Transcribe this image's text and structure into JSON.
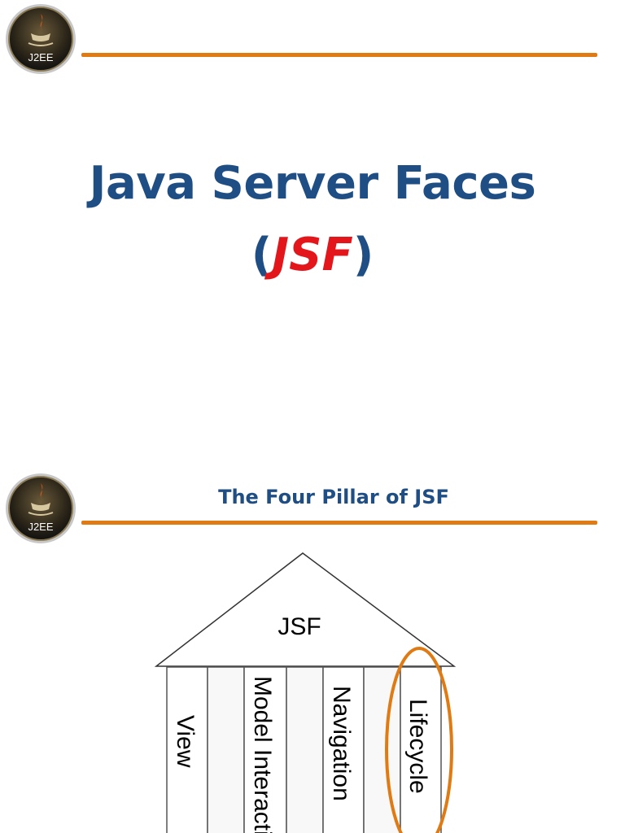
{
  "slide1": {
    "logo_text": "J2EE",
    "title": "Java Server Faces",
    "subtitle_open": "(",
    "subtitle_acronym": "JSF",
    "subtitle_close": ")"
  },
  "slide2": {
    "logo_text": "J2EE",
    "title": "The Four Pillar of JSF",
    "roof_label": "JSF",
    "pillars": [
      "View",
      "Model Interacti",
      "Navigation",
      "Lifecycle"
    ]
  },
  "colors": {
    "accent_rule": "#e07b14",
    "title_blue": "#1f4e85",
    "acronym_red": "#e3161b",
    "highlight_ellipse": "#e07b14"
  },
  "icons": [
    "j2ee-logo-icon",
    "highlight-ellipse"
  ]
}
